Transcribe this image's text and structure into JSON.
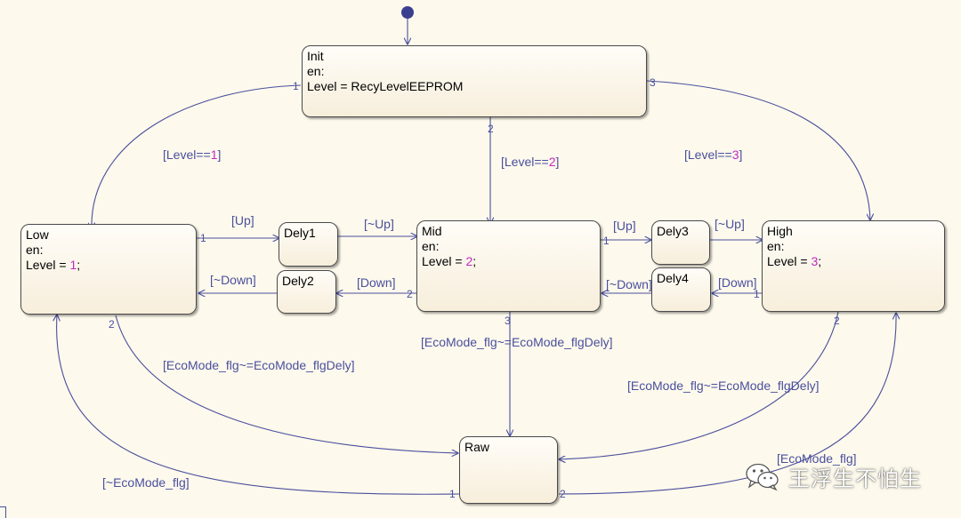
{
  "states": {
    "init": {
      "name": "Init",
      "en": "en:",
      "action": "Level = RecyLevelEEPROM"
    },
    "low": {
      "name": "Low",
      "en": "en:",
      "action_prefix": "Level = ",
      "action_value": "1",
      "action_suffix": ";"
    },
    "mid": {
      "name": "Mid",
      "en": "en:",
      "action_prefix": "Level = ",
      "action_value": "2",
      "action_suffix": ";"
    },
    "high": {
      "name": "High",
      "en": "en:",
      "action_prefix": "Level = ",
      "action_value": "3",
      "action_suffix": ";"
    },
    "dely1": {
      "name": "Dely1"
    },
    "dely2": {
      "name": "Dely2"
    },
    "dely3": {
      "name": "Dely3"
    },
    "dely4": {
      "name": "Dely4"
    },
    "raw": {
      "name": "Raw"
    }
  },
  "transitions": {
    "init_low": {
      "prefix": "[Level==",
      "value": "1",
      "suffix": "]",
      "order": "1"
    },
    "init_mid": {
      "prefix": "[Level==",
      "value": "2",
      "suffix": "]",
      "order": "2"
    },
    "init_high": {
      "prefix": "[Level==",
      "value": "3",
      "suffix": "]",
      "order": "3"
    },
    "low_dely1": {
      "label": "[Up]",
      "order": "1"
    },
    "dely1_mid": {
      "label": "[~Up]"
    },
    "mid_dely2": {
      "label": "[Down]",
      "order": "2"
    },
    "dely2_low": {
      "label": "[~Down]"
    },
    "mid_dely3": {
      "label": "[Up]",
      "order": "1"
    },
    "dely3_high": {
      "label": "[~Up]"
    },
    "high_dely4": {
      "label": "[Down]",
      "order": "1"
    },
    "dely4_mid": {
      "label": "[~Down]"
    },
    "low_raw": {
      "label": "[EcoMode_flg~=EcoMode_flgDely]",
      "order": "2"
    },
    "mid_raw": {
      "label": "[EcoMode_flg~=EcoMode_flgDely]",
      "order": "3"
    },
    "high_raw": {
      "label": "[EcoMode_flg~=EcoMode_flgDely]",
      "order": "2"
    },
    "raw_low": {
      "label": "[~EcoMode_flg]",
      "order": "1"
    },
    "raw_high": {
      "label": "[EcoMode_flg]",
      "order": "2"
    }
  },
  "watermark": {
    "text": "王浮生不怕生"
  },
  "colors": {
    "background": "#fdf9ec",
    "transition": "#4a4f9e",
    "number": "#c428c4",
    "default_dot": "#3b3f8f"
  }
}
